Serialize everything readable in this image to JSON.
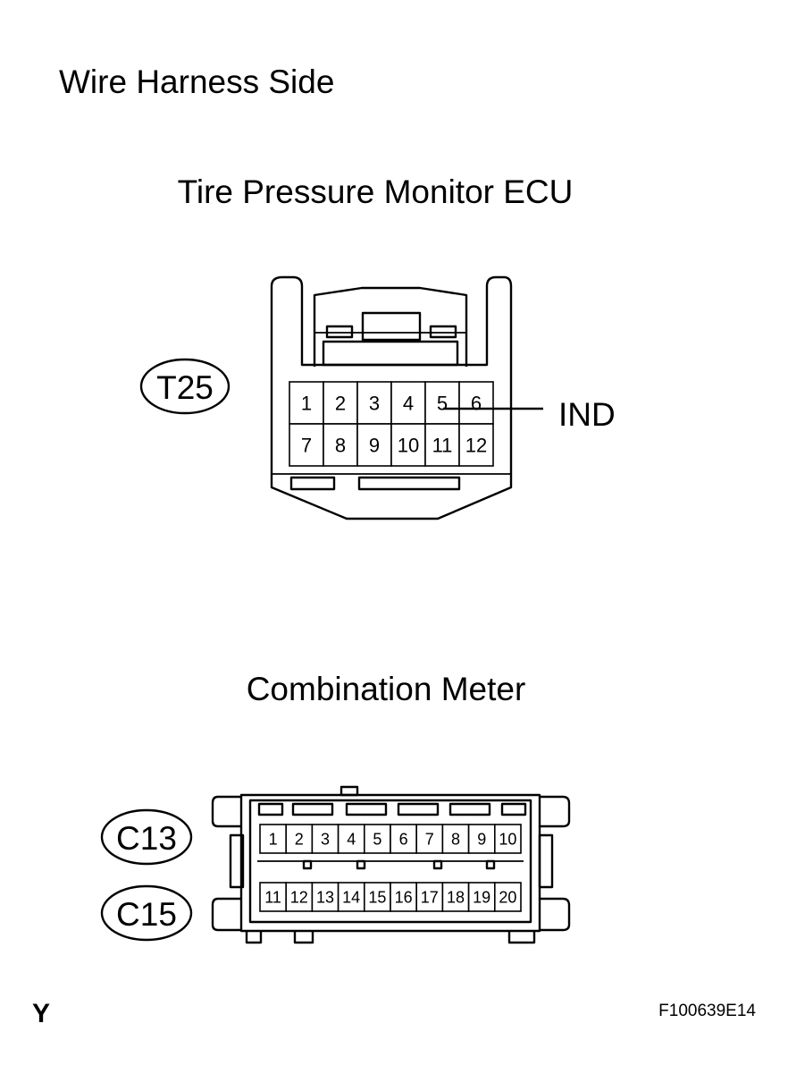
{
  "page": {
    "heading": "Wire Harness Side",
    "figure_id": "F100639E14",
    "corner_mark": "Y"
  },
  "ecu_connector": {
    "title": "Tire Pressure Monitor ECU",
    "code": "T25",
    "pins_row1": [
      "1",
      "2",
      "3",
      "4",
      "5",
      "6"
    ],
    "pins_row2": [
      "7",
      "8",
      "9",
      "10",
      "11",
      "12"
    ],
    "callout": {
      "pin": "5",
      "label": "IND"
    }
  },
  "meter_connector": {
    "title": "Combination Meter",
    "code_upper": "C13",
    "code_lower": "C15",
    "pins_row1": [
      "1",
      "2",
      "3",
      "4",
      "5",
      "6",
      "7",
      "8",
      "9",
      "10"
    ],
    "pins_row2": [
      "11",
      "12",
      "13",
      "14",
      "15",
      "16",
      "17",
      "18",
      "19",
      "20"
    ]
  }
}
